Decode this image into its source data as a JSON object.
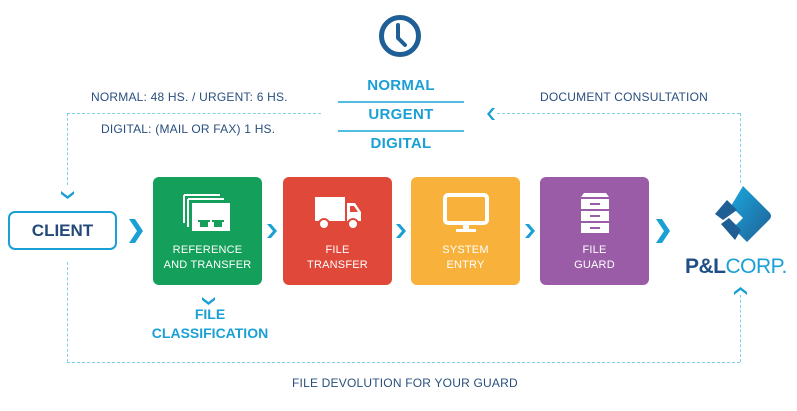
{
  "colors": {
    "accent": "#1aa0d4",
    "navy": "#2a4f7e",
    "dashed": "#7fd0ea",
    "green": "#14a05a",
    "red": "#e0483a",
    "orange": "#f8b23c",
    "purple": "#9a5ca6"
  },
  "clock": {
    "icon": "clock-icon"
  },
  "delivery_options": [
    "NORMAL",
    "URGENT",
    "DIGITAL"
  ],
  "captions": {
    "times_line1": "NORMAL: 48 HS. / URGENT: 6 HS.",
    "times_line2": "DIGITAL: (MAIL OR FAX) 1 HS.",
    "consultation": "DOCUMENT CONSULTATION",
    "devolution": "FILE DEVOLUTION FOR YOUR GUARD"
  },
  "client": {
    "label": "CLIENT"
  },
  "steps": [
    {
      "line1": "REFERENCE",
      "line2": "AND TRANSFER",
      "icon": "file-folders-icon",
      "color": "#14a05a"
    },
    {
      "line1": "FILE",
      "line2": "TRANSFER",
      "icon": "truck-icon",
      "color": "#e0483a"
    },
    {
      "line1": "SYSTEM",
      "line2": "ENTRY",
      "icon": "monitor-icon",
      "color": "#f8b23c"
    },
    {
      "line1": "FILE",
      "line2": "GUARD",
      "icon": "file-cabinet-icon",
      "color": "#9a5ca6"
    }
  ],
  "classification": {
    "line1": "FILE",
    "line2": "CLASSIFICATION"
  },
  "logo": {
    "part1": "P&L",
    "part2": "CORP."
  }
}
